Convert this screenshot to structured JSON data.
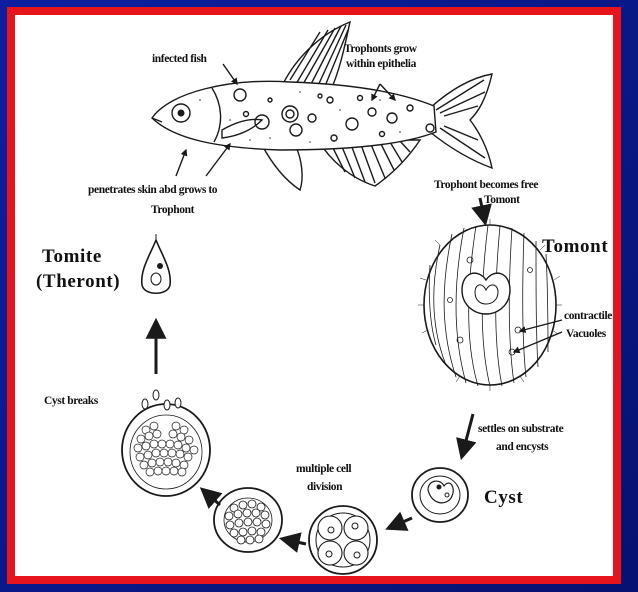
{
  "labels": {
    "infected_fish": "infected fish",
    "trophonts_grow": [
      "Trophonts grow",
      "within epithelia"
    ],
    "trophont_free": [
      "Trophont becomes free",
      "Tomont"
    ],
    "tomont": "Tomont",
    "contractile": [
      "contractile",
      "Vacuoles"
    ],
    "settles": [
      "settles on substrate",
      "and encysts"
    ],
    "cyst": "Cyst",
    "multiple_division": [
      "multiple cell",
      "division"
    ],
    "cyst_breaks": "Cyst breaks",
    "tomite": [
      "Tomite",
      "(Theront)"
    ],
    "penetrates": [
      "penetrates skin abd grows to",
      "Trophont"
    ]
  },
  "colors": {
    "outer_frame": "#0d1fa0",
    "border": "#e8141b",
    "panel": "#ffffff"
  }
}
